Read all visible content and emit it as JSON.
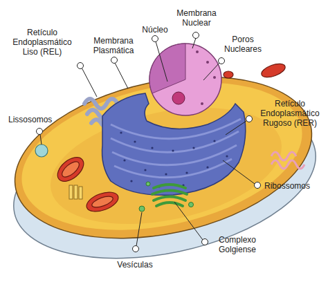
{
  "diagram": {
    "labels": [
      "Membrana Nuclear",
      "Retículo Endoplasmático Liso (REL)",
      "Membrana Plasmática",
      "Núcleo",
      "Poros Nucleares",
      "Lissosomos",
      "Retículo Endoplasmático Rugoso (RER)",
      "Ribossomos",
      "Complexo Golgiense",
      "Vesículas"
    ]
  }
}
